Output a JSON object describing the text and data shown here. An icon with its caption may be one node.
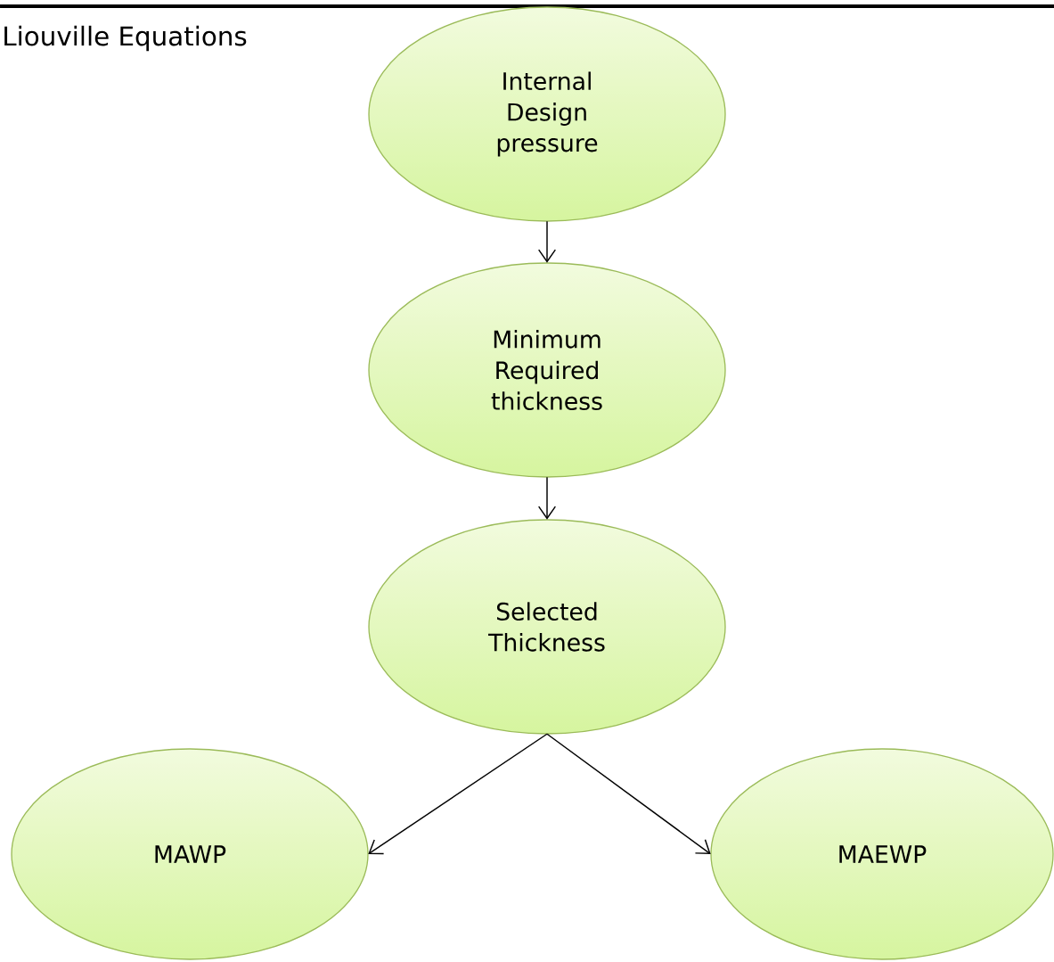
{
  "diagram": {
    "title": "Liouville Equations",
    "nodes": [
      {
        "text": [
          "Internal Design pressure"
        ]
      },
      {
        "text": [
          "Minimum Required thickness"
        ]
      },
      {
        "text": [
          "Selected Thickness"
        ]
      },
      {
        "text": [
          "MAWP"
        ]
      },
      {
        "text": [
          "MAEWP"
        ]
      }
    ],
    "edges": [
      {
        "from": 0,
        "to": 1,
        "arrow": "to"
      },
      {
        "from": 1,
        "to": 2,
        "arrow": "to"
      },
      {
        "from": 2,
        "to": 3,
        "arrow": "to"
      },
      {
        "from": 2,
        "to": 4,
        "arrow": "to"
      }
    ]
  }
}
